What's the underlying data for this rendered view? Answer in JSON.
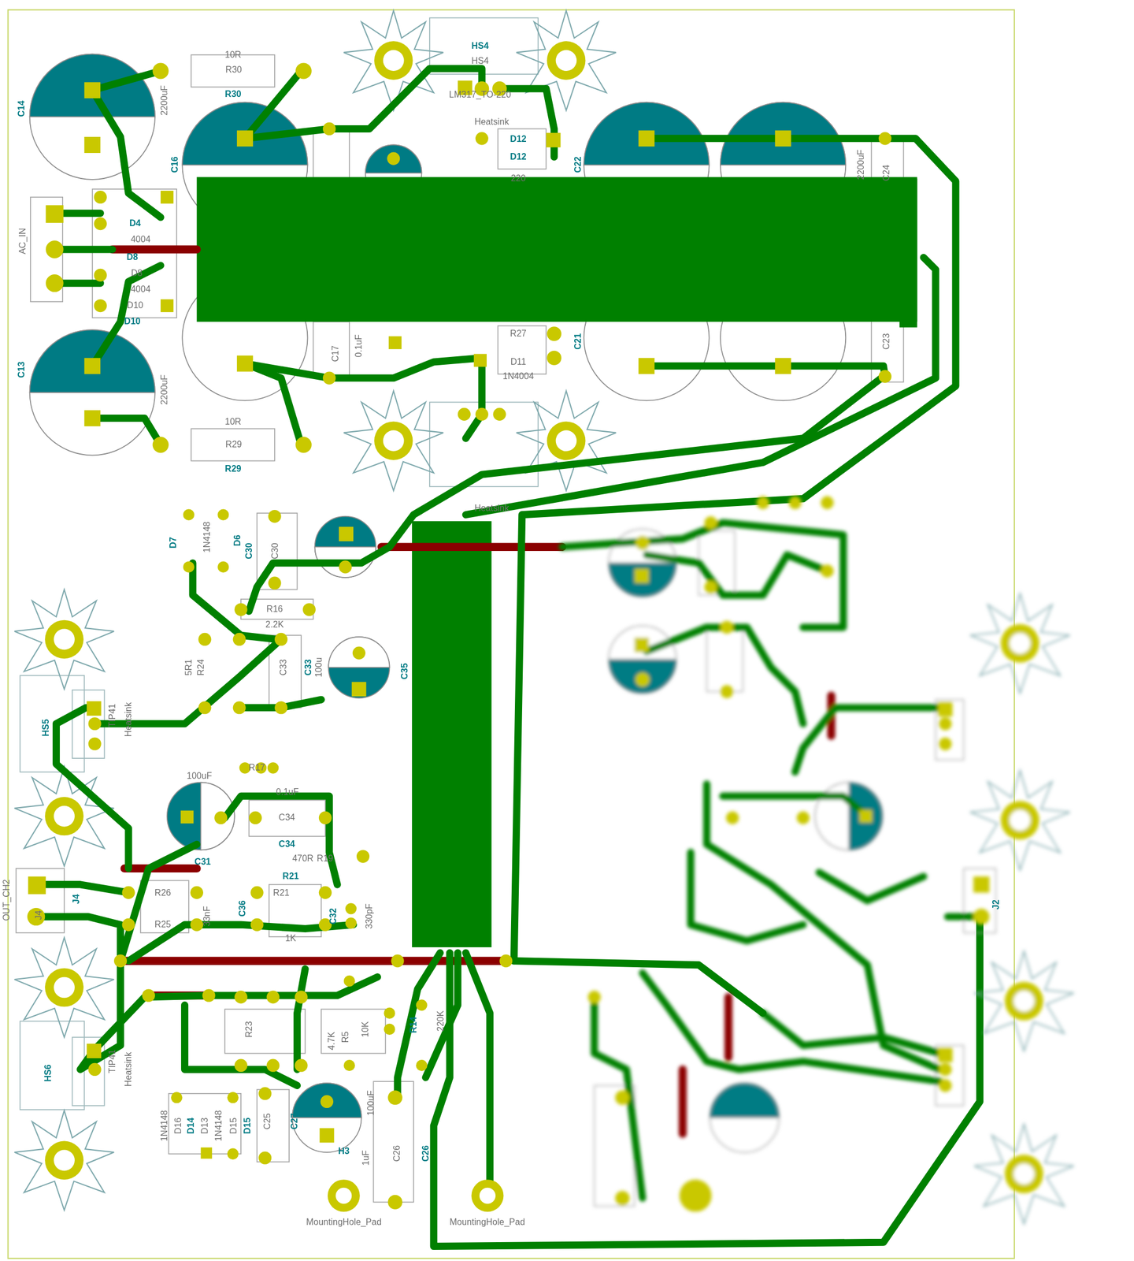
{
  "diagram": {
    "labels": [
      "10R",
      "R30",
      "R30",
      "C14",
      "2200uF",
      "HS4",
      "HS4",
      "LM317_TO-220",
      "Heatsink",
      "D12",
      "D12",
      "220",
      "C16",
      "C22",
      "2200uF",
      "C24",
      "AC_IN",
      "D4",
      "4004",
      "D8",
      "D8",
      "4004",
      "D10",
      "D10",
      "C13",
      "2200uF",
      "10R",
      "R29",
      "R29",
      "C17",
      "0.1uF",
      "R27",
      "D11",
      "1N4004",
      "C21",
      "C23",
      "Heatsink",
      "D7",
      "1N4148",
      "D6",
      "C30",
      "C30",
      "R16",
      "2.2K",
      "5R1",
      "R24",
      "C33",
      "C33",
      "100u",
      "C35",
      "HS5",
      "TIP41",
      "Heatsink",
      "R17",
      "100uF",
      "0.1uF",
      "C34",
      "C34",
      "470R",
      "R19",
      "C31",
      "R21",
      "R21",
      "R26",
      "R25",
      "33nF",
      "C36",
      "C32",
      "330pF",
      "1K",
      "OUT_CH2",
      "J4",
      "J4",
      "HS6",
      "TIP41",
      "Heatsink",
      "R23",
      "4.7K",
      "R5",
      "10K",
      "R14",
      "220K",
      "1N4148",
      "D16",
      "D14",
      "D13",
      "1N4148",
      "D15",
      "D15",
      "C25",
      "C27",
      "100uF",
      "1uF",
      "C26",
      "C26",
      "H3",
      "MountingHole_Pad",
      "MountingHole_Pad",
      "J2"
    ]
  }
}
